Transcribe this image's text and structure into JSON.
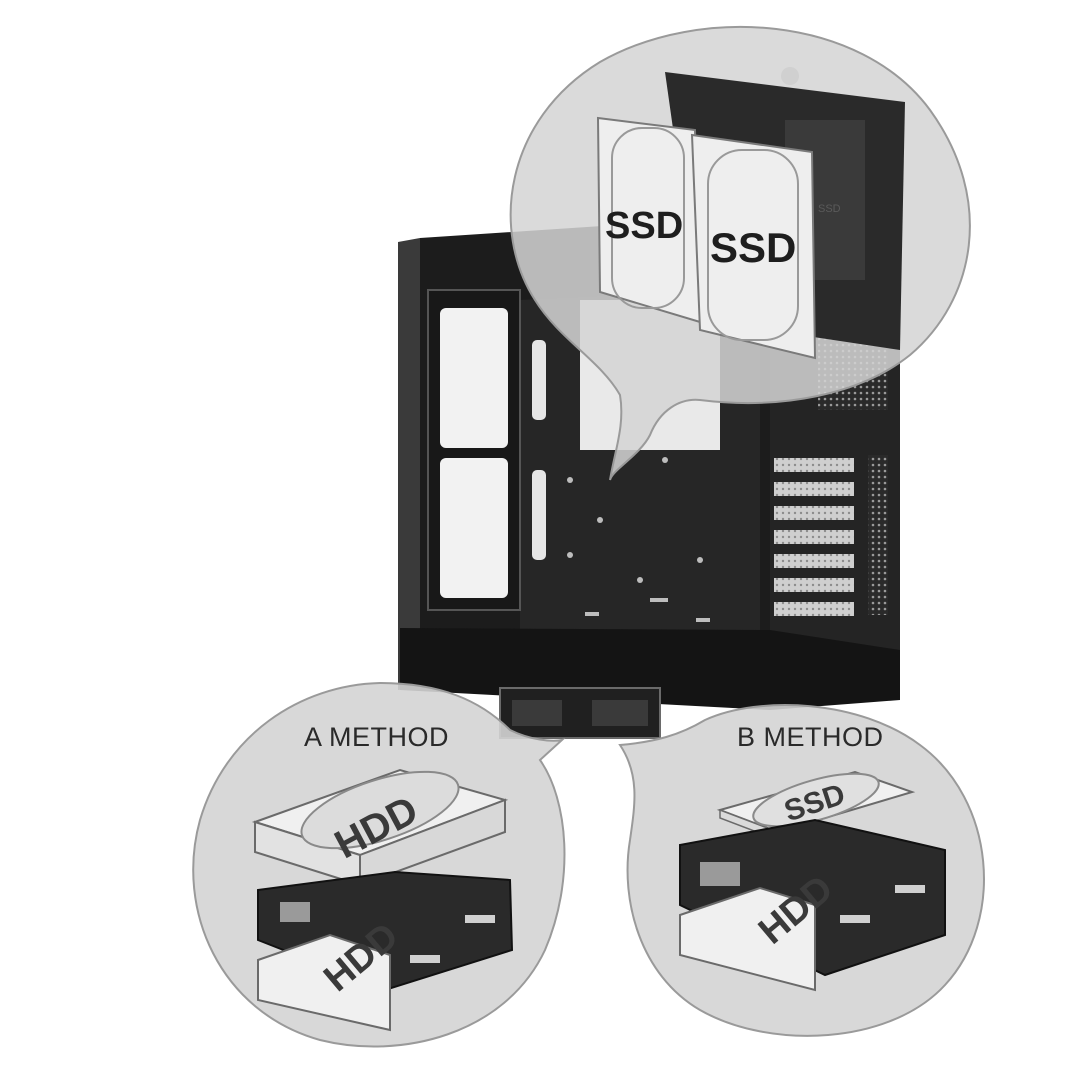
{
  "callout_top": {
    "ssd_left_label": "SSD",
    "ssd_right_label": "SSD",
    "bracket_label": "SSD"
  },
  "callout_a": {
    "title": "A METHOD",
    "top_drive_label": "HDD",
    "bottom_drive_label": "HDD"
  },
  "callout_b": {
    "title": "B METHOD",
    "top_drive_label": "SSD",
    "bottom_drive_label": "HDD"
  },
  "colors": {
    "case_body": "#1c1c1c",
    "callout_fill": "#d4d4d4",
    "drive_fill": "#eeeeee",
    "background": "#ffffff"
  }
}
